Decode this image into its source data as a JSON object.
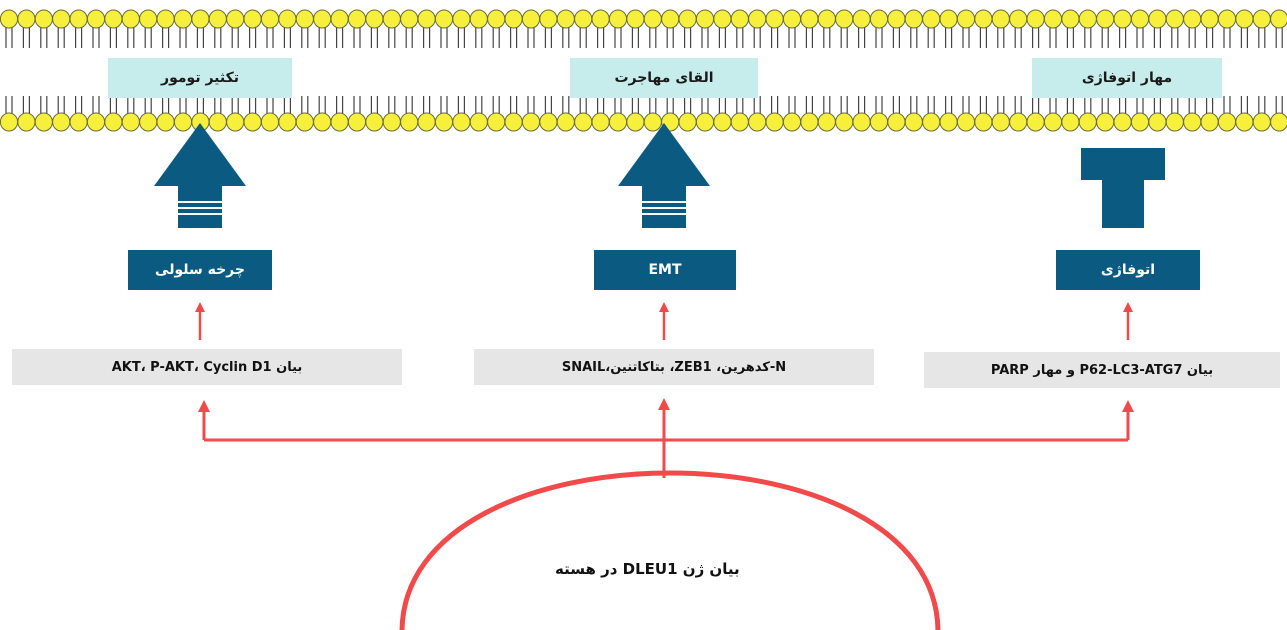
{
  "colors": {
    "lipid_head": "#f6ef3c",
    "lipid_outline": "#6a6a3a",
    "outcome_box": "#c7ecec",
    "process_box": "#0a5a82",
    "effect_box": "#e6e6e6",
    "red_line": "#f04a4a",
    "big_arrow": "#0a5a82"
  },
  "membrane": {
    "outcomes": [
      {
        "label": "تکثیر تومور"
      },
      {
        "label": "القای مهاجرت"
      },
      {
        "label": "مهار اتوفاژی"
      }
    ]
  },
  "pathways": [
    {
      "effect": "promotes",
      "process": "چرخه سلولی",
      "expression": "بیان AKT، P-AKT، Cyclin D1"
    },
    {
      "effect": "promotes",
      "process": "EMT",
      "expression": "N-کدهرین، ZEB1، بتاکاتنین،SNAIL"
    },
    {
      "effect": "inhibits",
      "process": "اتوفاژی",
      "expression": "بیان P62-LC3-ATG7 و مهار PARP"
    }
  ],
  "nucleus": {
    "label": "بیان ژن DLEU1 در هسته"
  }
}
